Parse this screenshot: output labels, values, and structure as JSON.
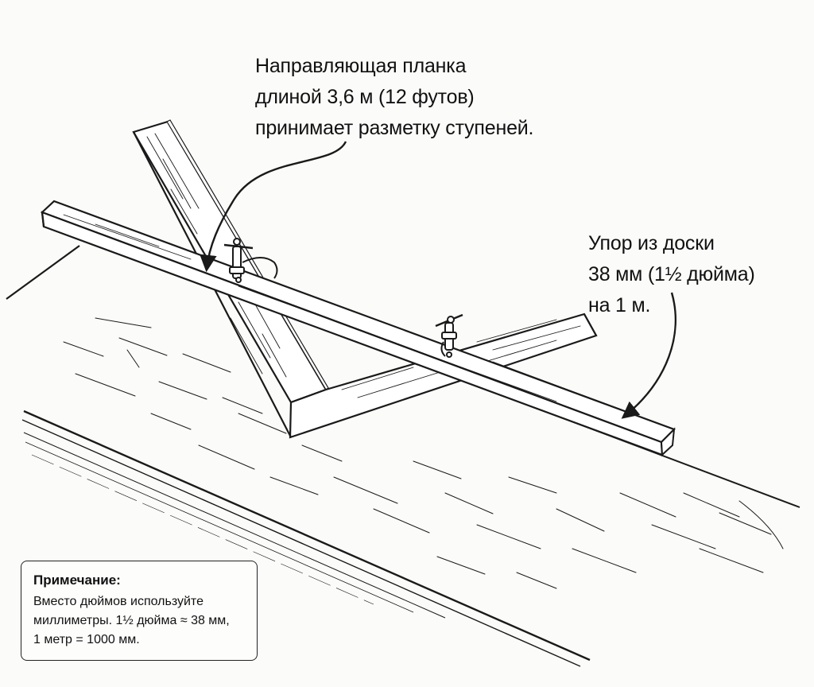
{
  "labels": {
    "guide_rail": {
      "line1": "Направляющая планка",
      "line2": "длиной 3,6 м (12 футов)",
      "line3": "принимает разметку ступеней."
    },
    "stop_block": {
      "line1": "Упор из доски",
      "line2": "38 мм (1½ дюйма)",
      "line3": "на 1 м."
    }
  },
  "note": {
    "title": "Примечание:",
    "line1": "Вместо дюймов используйте",
    "line2": "миллиметры. 1½ дюйма ≈ 38 мм,",
    "line3": "1 метр = 1000 мм."
  },
  "colors": {
    "ink": "#1a1a1a",
    "wood": "#ffffff",
    "background": "#fbfbf9"
  }
}
